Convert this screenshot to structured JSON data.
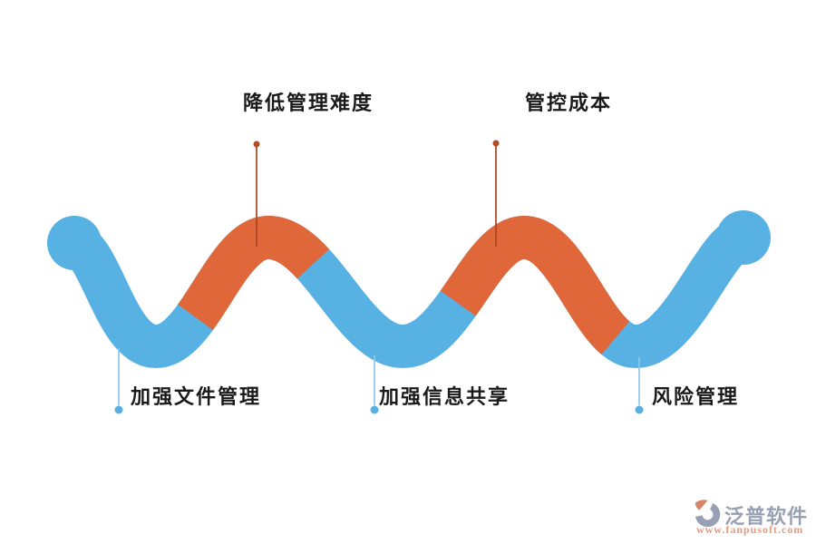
{
  "diagram": {
    "top_labels": [
      {
        "text": "降低管理难度"
      },
      {
        "text": "管控成本"
      }
    ],
    "bottom_labels": [
      {
        "text": "加强文件管理"
      },
      {
        "text": "加强信息共享"
      },
      {
        "text": "风险管理"
      }
    ]
  },
  "watermark": {
    "brand": "泛普软件",
    "url": "www.fanpusoft.com"
  },
  "colors": {
    "wave_blue": "#57B1E3",
    "wave_orange": "#E0673A",
    "top_stem": "#A8451E",
    "top_dot": "#B5491F",
    "bottom_stem": "#8FC7EB",
    "bottom_dot": "#58AFE1",
    "label_text": "#1A1A1A",
    "brand_gray": "#98A0B4",
    "logo_accent": "#D58768",
    "url_salmon": "#E49B7E"
  }
}
